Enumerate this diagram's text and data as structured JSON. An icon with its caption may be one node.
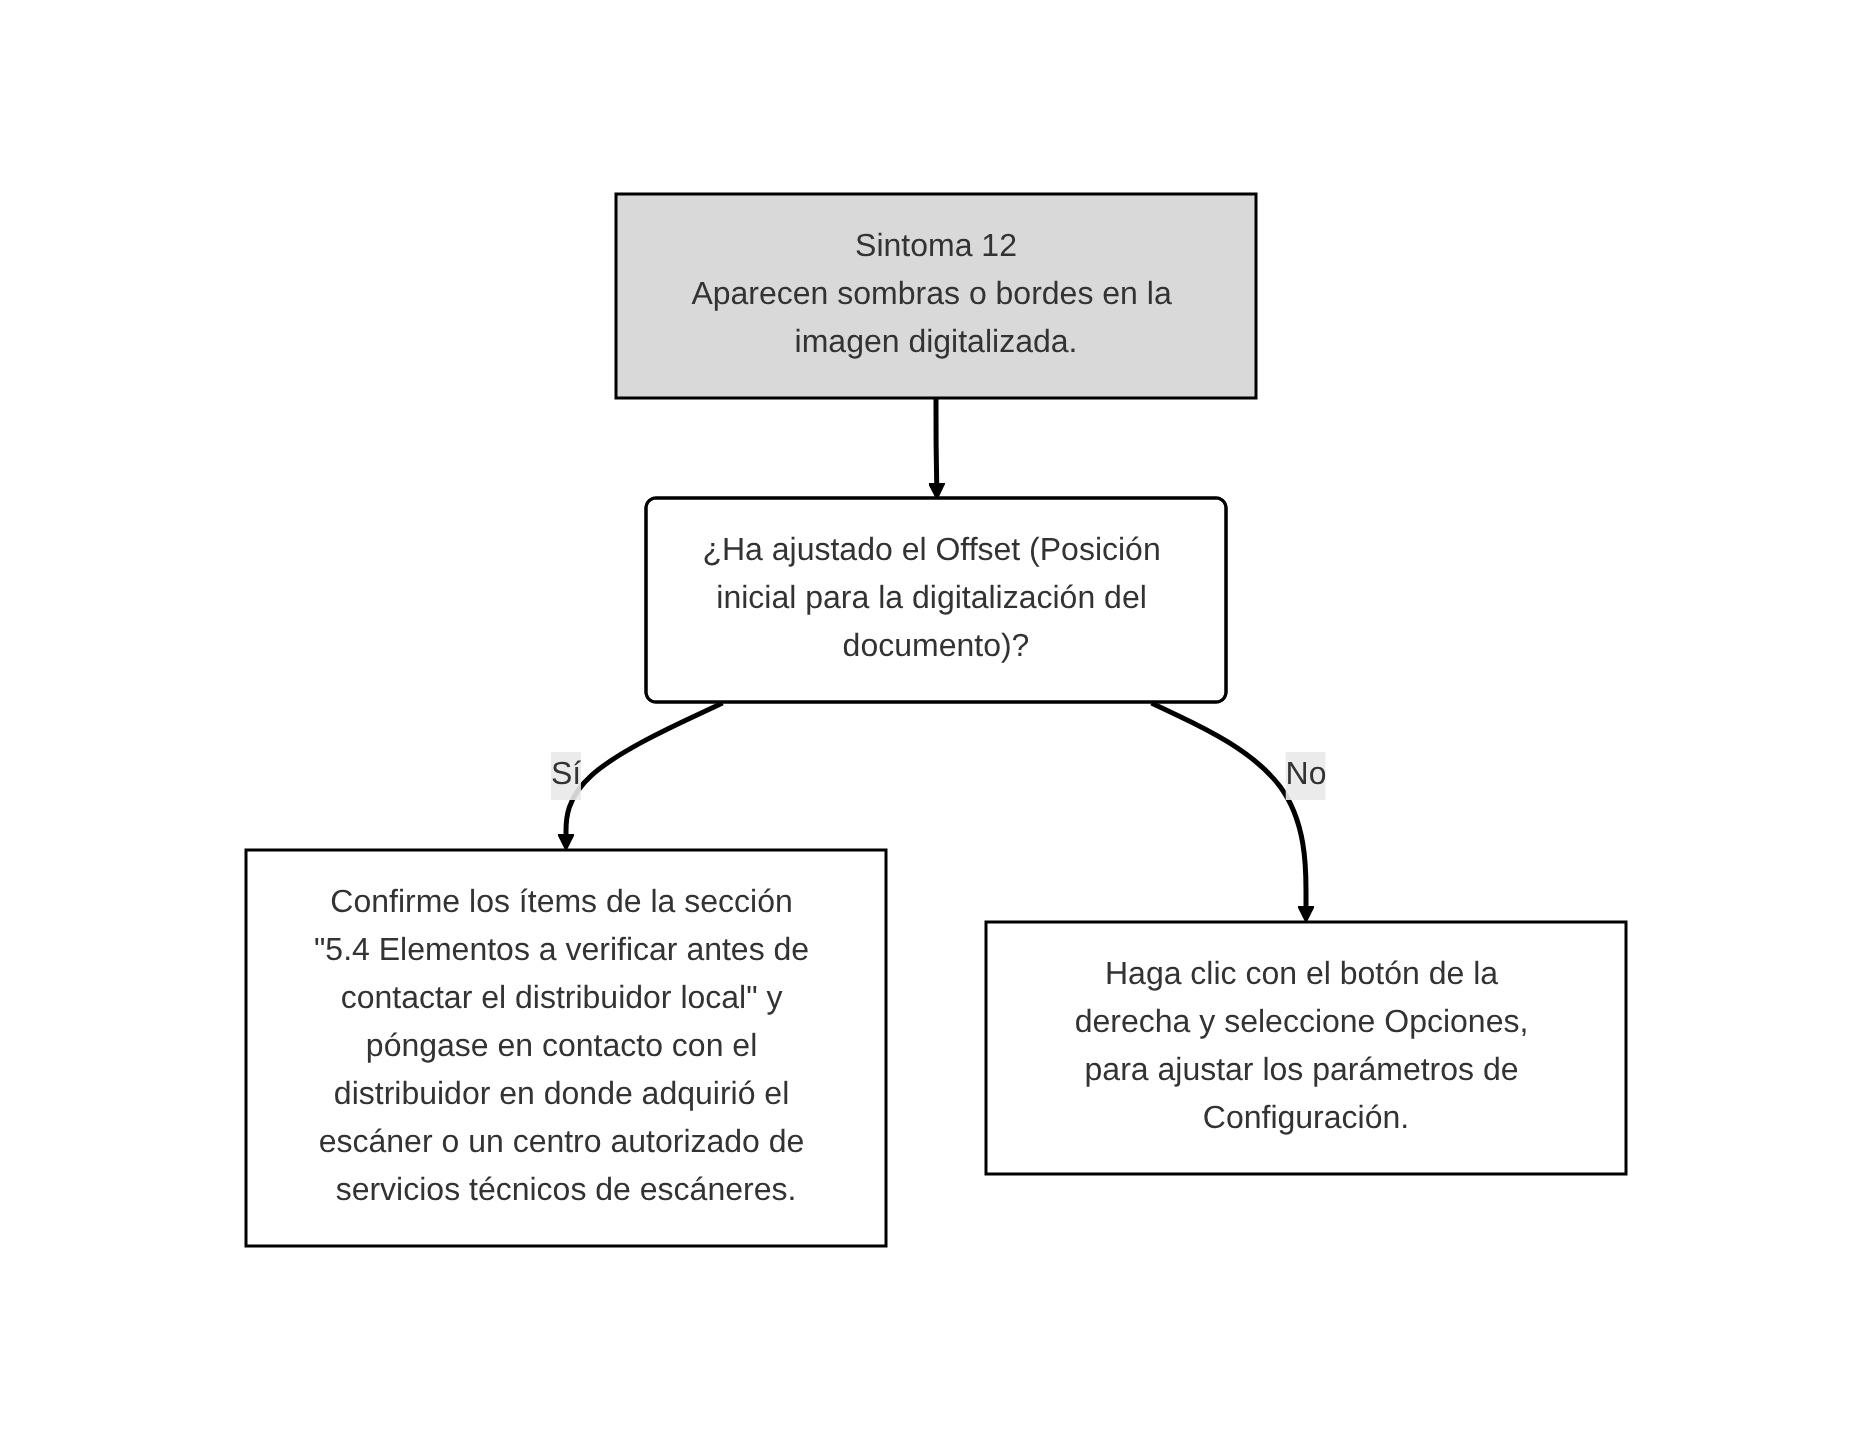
{
  "diagram": {
    "nodes": [
      {
        "text": [
          "Sintoma 12",
          "Aparecen sombras o bordes en la imagen digitalizada."
        ]
      },
      {
        "text": [
          "¿Ha ajustado el Offset (Posición inicial para la digitalización del documento)?"
        ]
      },
      {
        "text": [
          "Confirme los ítems de la sección \"5.4 Elementos a verificar antes de contactar el distribuidor local\" y póngase en contacto con el distribuidor en donde adquirió el escáner o un centro autorizado de servicios técnicos de escáneres."
        ]
      },
      {
        "text": [
          "Haga clic con el botón de la derecha y seleccione Opciones, para ajustar los parámetros de Configuración."
        ]
      }
    ],
    "edges": [
      {
        "from": 0,
        "to": 1,
        "arrow": "to"
      },
      {
        "from": 1,
        "to": 2,
        "arrow": "to",
        "label": "Sí"
      },
      {
        "from": 1,
        "to": 3,
        "arrow": "to",
        "label": "No"
      }
    ]
  }
}
